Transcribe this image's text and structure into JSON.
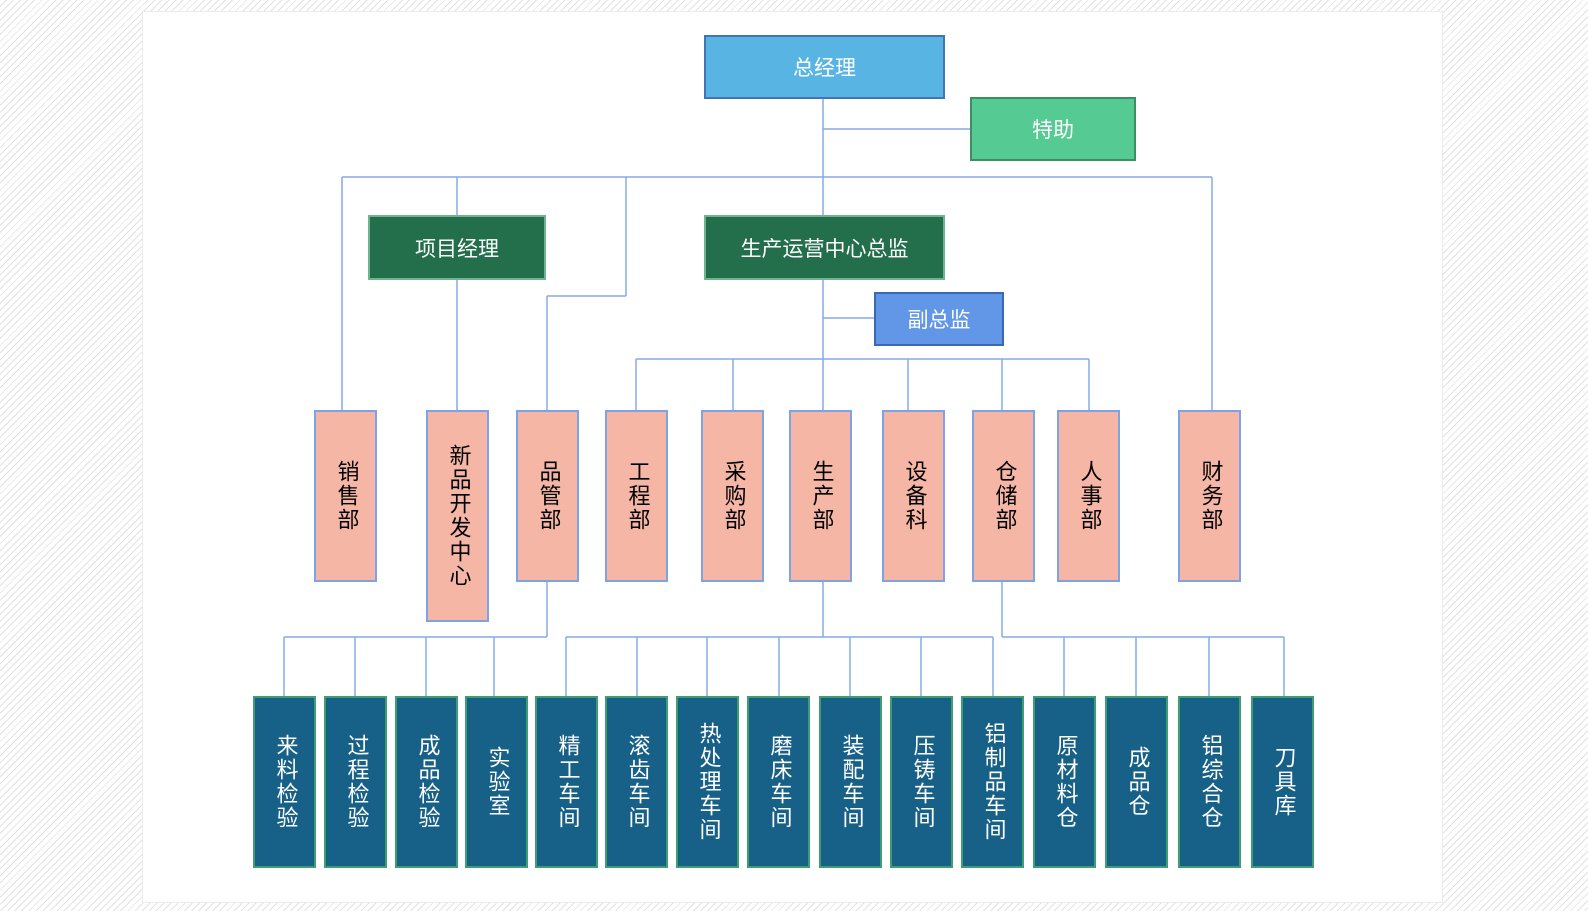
{
  "colors": {
    "ceo_fill": "#58b4e3",
    "assistant_fill": "#55ca93",
    "director_fill": "#236e4b",
    "vice_director_fill": "#6296e6",
    "department_fill": "#f5b6a6",
    "unit_fill": "#176087",
    "connector": "#86aae8"
  },
  "org": {
    "ceo": "总经理",
    "assistant": "特助",
    "project_manager": "项目经理",
    "production_director": "生产运营中心总监",
    "vice_director": "副总监",
    "departments": [
      "销售部",
      "新品开发中心",
      "品管部",
      "工程部",
      "采购部",
      "生产部",
      "设备科",
      "仓储部",
      "人事部",
      "财务部"
    ],
    "quality_units": [
      "来料检验",
      "过程检验",
      "成品检验",
      "实验室"
    ],
    "production_units": [
      "精工车间",
      "滚齿车间",
      "热处理车间",
      "磨床车间",
      "装配车间",
      "压铸车间",
      "铝制品车间"
    ],
    "warehouse_units": [
      "原材料仓",
      "成品仓",
      "铝综合仓",
      "刀具库"
    ]
  }
}
